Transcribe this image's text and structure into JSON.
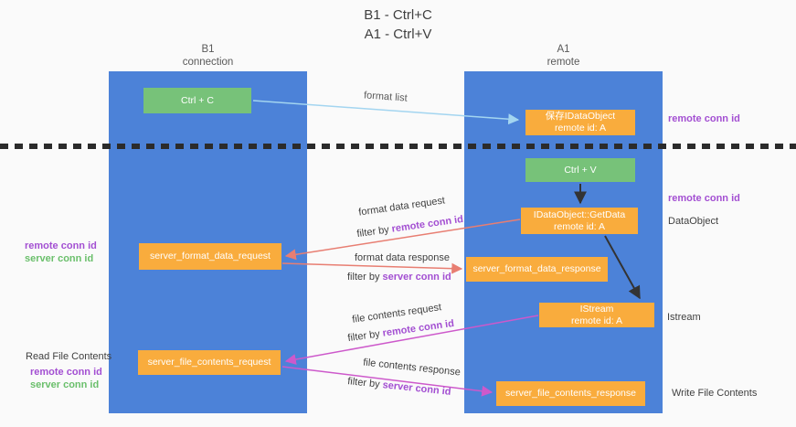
{
  "title": {
    "line1": "B1 - Ctrl+C",
    "line2": "A1 - Ctrl+V"
  },
  "lifelines": {
    "left": {
      "name": "B1",
      "subtitle": "connection"
    },
    "right": {
      "name": "A1",
      "subtitle": "remote"
    }
  },
  "boxes": {
    "ctrl_c": "Ctrl + C",
    "ctrl_v": "Ctrl + V",
    "save_dataobject_line1": "保存IDataObject",
    "save_dataobject_line2": "remote id: A",
    "getdata_line1": "IDataObject::GetData",
    "getdata_line2": "remote id: A",
    "istream_line1": "IStream",
    "istream_line2": "remote id: A",
    "server_format_data_request": "server_format_data_request",
    "server_format_data_response": "server_format_data_response",
    "server_file_contents_request": "server_file_contents_request",
    "server_file_contents_response": "server_file_contents_response"
  },
  "arrow_labels": {
    "format_list": "format list",
    "format_data_request": "format data request",
    "format_data_response": "format data response",
    "file_contents_request": "file contents request",
    "file_contents_response": "file contents response",
    "filter_by": "filter by",
    "remote_conn_id": "remote conn id",
    "server_conn_id": "server conn id"
  },
  "side_labels": {
    "right_top_remote_conn_id": "remote conn id",
    "right_mid_remote_conn_id": "remote conn id",
    "dataobject": "DataObject",
    "istream": "Istream",
    "write_file_contents": "Write File Contents",
    "left_remote_conn_id": "remote conn id",
    "left_server_conn_id": "server conn id",
    "read_file_contents": "Read File Contents",
    "left_bottom_remote_conn_id": "remote conn id",
    "left_bottom_server_conn_id": "server conn id"
  },
  "colors": {
    "background": "#fafafa",
    "column_blue": "#4c82d8",
    "box_green": "#77c279",
    "box_orange": "#f9ac3d",
    "arrow_blue": "#a3d5f0",
    "arrow_red": "#e87e72",
    "arrow_magenta": "#cd59cb",
    "arrow_black": "#333333",
    "label_purple": "#a34fd2",
    "label_green": "#6abf6b",
    "text_dark": "#404040"
  }
}
